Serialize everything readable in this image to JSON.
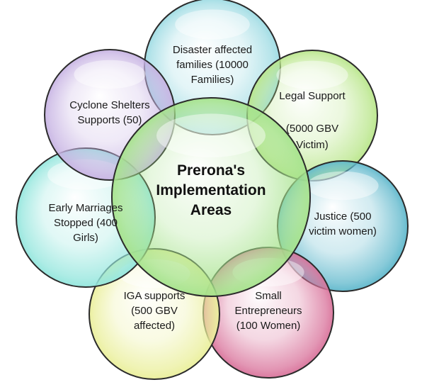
{
  "diagram": {
    "center": {
      "lines": [
        "Prerona's",
        "Implementation",
        "Areas"
      ],
      "color": "#a6e38c"
    },
    "nodes": [
      {
        "id": "disaster",
        "lines": [
          "Disaster affected",
          "families (10000",
          "Families)"
        ],
        "color": "#9ddbe3"
      },
      {
        "id": "legal",
        "lines": [
          "Legal Support",
          "",
          "(5000 GBV",
          "Victim)"
        ],
        "color": "#b9e68a"
      },
      {
        "id": "justice",
        "lines": [
          "Justice (500",
          "victim women)"
        ],
        "color": "#5fb8cc"
      },
      {
        "id": "entrepreneurs",
        "lines": [
          "Small",
          "Entrepreneurs",
          "(100 Women)"
        ],
        "color": "#d9739b"
      },
      {
        "id": "iga",
        "lines": [
          "IGA supports",
          "(500 GBV",
          "affected)"
        ],
        "color": "#eaef9a"
      },
      {
        "id": "marriages",
        "lines": [
          "Early Marriages",
          "Stopped (400",
          "Girls)"
        ],
        "color": "#93e6dd"
      },
      {
        "id": "cyclone",
        "lines": [
          "Cyclone Shelters",
          "Supports (50)"
        ],
        "color": "#c7b3e3"
      }
    ]
  }
}
